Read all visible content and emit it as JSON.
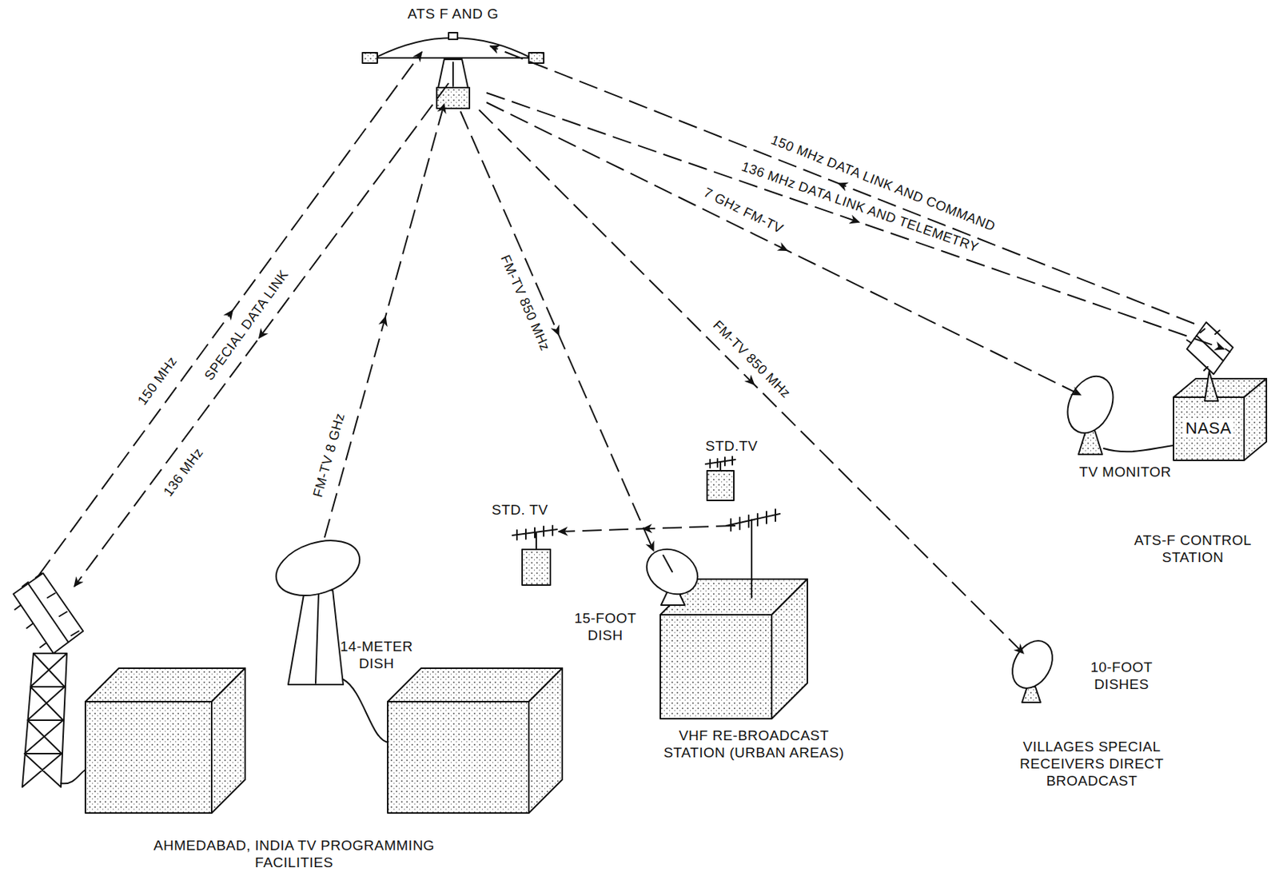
{
  "diagram": {
    "nodes": [
      {
        "text": [
          "ATS F AND G"
        ]
      },
      {
        "text": [
          "AHMEDABAD, INDIA TV PROGRAMMING FACILITIES"
        ]
      },
      {
        "text": [
          "14-METER DISH"
        ],
        "in": 1
      },
      {
        "text": [
          "15-FOOT DISH"
        ]
      },
      {
        "text": [
          "STD. TV"
        ]
      },
      {
        "text": [
          "STD.TV"
        ]
      },
      {
        "text": [
          "VHF RE-BROADCAST STATION (URBAN AREAS)"
        ]
      },
      {
        "text": [
          "10-FOOT DISHES",
          "VILLAGES SPECIAL RECEIVERS DIRECT BROADCAST"
        ]
      },
      {
        "text": [
          "TV MONITOR"
        ]
      },
      {
        "text": [
          "ATS-F CONTROL STATION"
        ]
      }
    ],
    "edges": [
      {
        "from": 1,
        "to": 0,
        "label": "150 MHz",
        "arrow": "to"
      },
      {
        "from": 0,
        "to": 1,
        "label": "136 MHz",
        "arrow": "to"
      },
      {
        "from": 2,
        "to": 0,
        "label": "FM-TV 8 GHz",
        "arrow": "to"
      },
      {
        "from": 0,
        "to": 3,
        "label": "FM-TV 850 MHz",
        "arrow": "to"
      },
      {
        "from": 0,
        "to": 7,
        "label": "FM-TV 850 MHz",
        "arrow": "to"
      },
      {
        "from": 0,
        "to": 8,
        "label": "7 GHz FM-TV",
        "arrow": "to"
      },
      {
        "from": 0,
        "to": 9,
        "label": "136 MHz DATA LINK AND TELEMETRY",
        "arrow": "to"
      },
      {
        "from": 9,
        "to": 0,
        "label": "150 MHz DATA LINK AND COMMAND",
        "arrow": "to"
      },
      {
        "from": 6,
        "to": 4,
        "arrow": "to"
      }
    ],
    "labels": [
      "SPECIAL DATA LINK",
      "NASA"
    ]
  }
}
